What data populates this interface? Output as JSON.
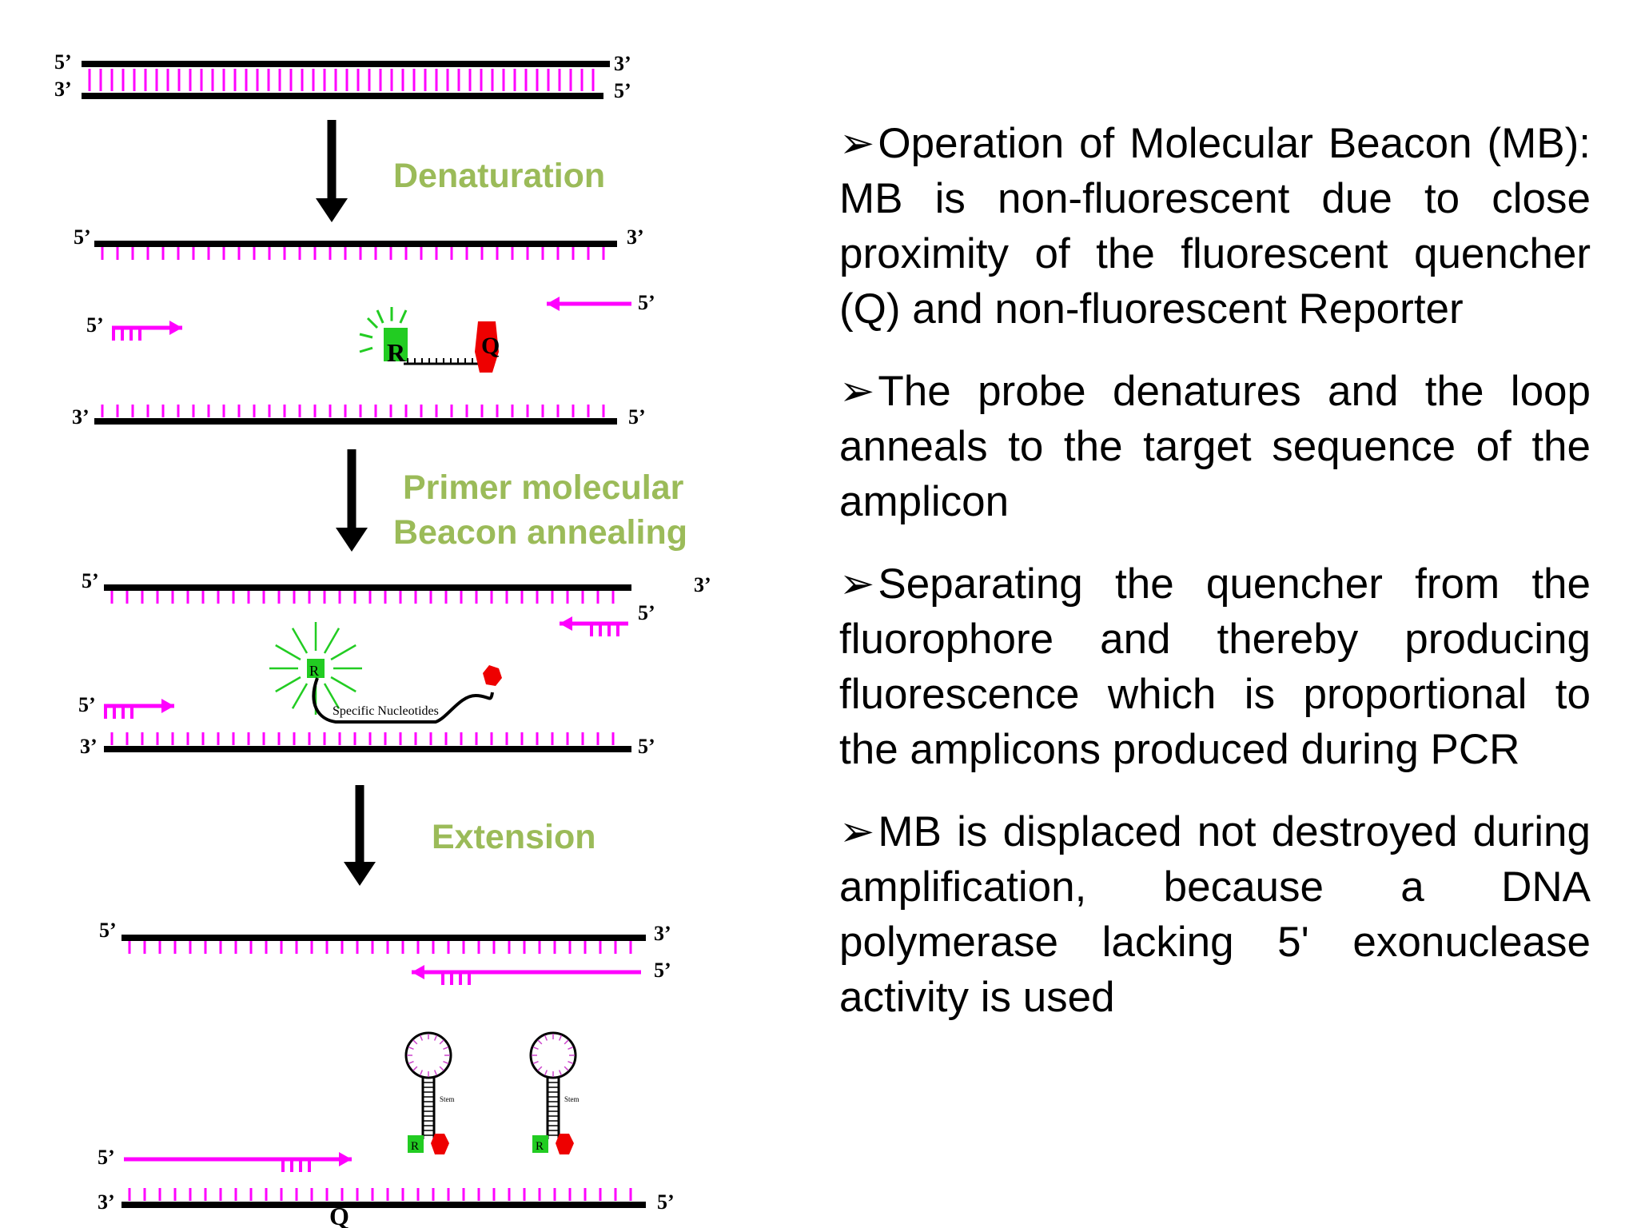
{
  "diagram": {
    "strand_labels": {
      "five": "5’",
      "three": "3’"
    },
    "steps": [
      {
        "lines": [
          "Denaturation"
        ]
      },
      {
        "lines": [
          "Primer molecular",
          "Beacon annealing"
        ]
      },
      {
        "lines": [
          "Extension"
        ]
      }
    ],
    "probe_labels": {
      "reporter": "R",
      "quencher": "Q"
    },
    "loop_caption": "Specific Nucleotides",
    "stem_caption": "Stem"
  },
  "bullet_mark": "➢",
  "bullets": [
    "Operation of Molecular Beacon (MB): MB is non-fluorescent due to close proximity of the fluorescent quencher (Q) and non-fluorescent Reporter",
    "The probe denatures and the loop anneals to the target sequence of the amplicon",
    "Separating the quencher from the fluorophore and thereby producing fluorescence which is proportional to the amplicons produced during PCR",
    "MB is displaced not destroyed during amplification, because a DNA polymerase lacking 5' exonuclease activity is used"
  ],
  "colors": {
    "strand": "#000000",
    "ticks": "#ff00ff",
    "primer": "#ff00ff",
    "reporter": "#22cc22",
    "quencher": "#ee0000",
    "step_label": "#9bbb59",
    "glow": "#22cc22"
  }
}
